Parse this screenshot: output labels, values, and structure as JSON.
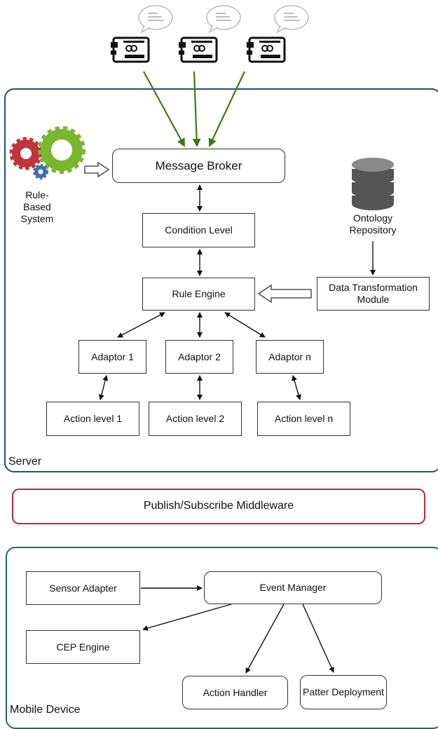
{
  "server": {
    "label": "Server",
    "message_broker": "Message Broker",
    "rule_based_system": "Rule-Based System",
    "condition_level": "Condition Level",
    "rule_engine": "Rule Engine",
    "ontology_repository": "Ontology Repository",
    "data_transformation": "Data Transformation Module",
    "adaptors": [
      "Adaptor 1",
      "Adaptor 2",
      "Adaptor n"
    ],
    "actions": [
      "Action level 1",
      "Action level 2",
      "Action level n"
    ]
  },
  "middleware": {
    "label": "Publish/Subscribe Middleware"
  },
  "mobile": {
    "label": "Mobile Device",
    "sensor_adapter": "Sensor Adapter",
    "event_manager": "Event Manager",
    "cep_engine": "CEP Engine",
    "action_handler": "Action Handler",
    "pattern_deployment": "Patter Deployment"
  },
  "colors": {
    "server_border": "#1f4e86",
    "middleware_border": "#c0283a",
    "mobile_border": "#1d6b6b",
    "sensor_arrow": "#3d7a12"
  },
  "icons": [
    "sensor-board-icon",
    "speech-bubble-icon",
    "gears-icon",
    "database-icon"
  ]
}
